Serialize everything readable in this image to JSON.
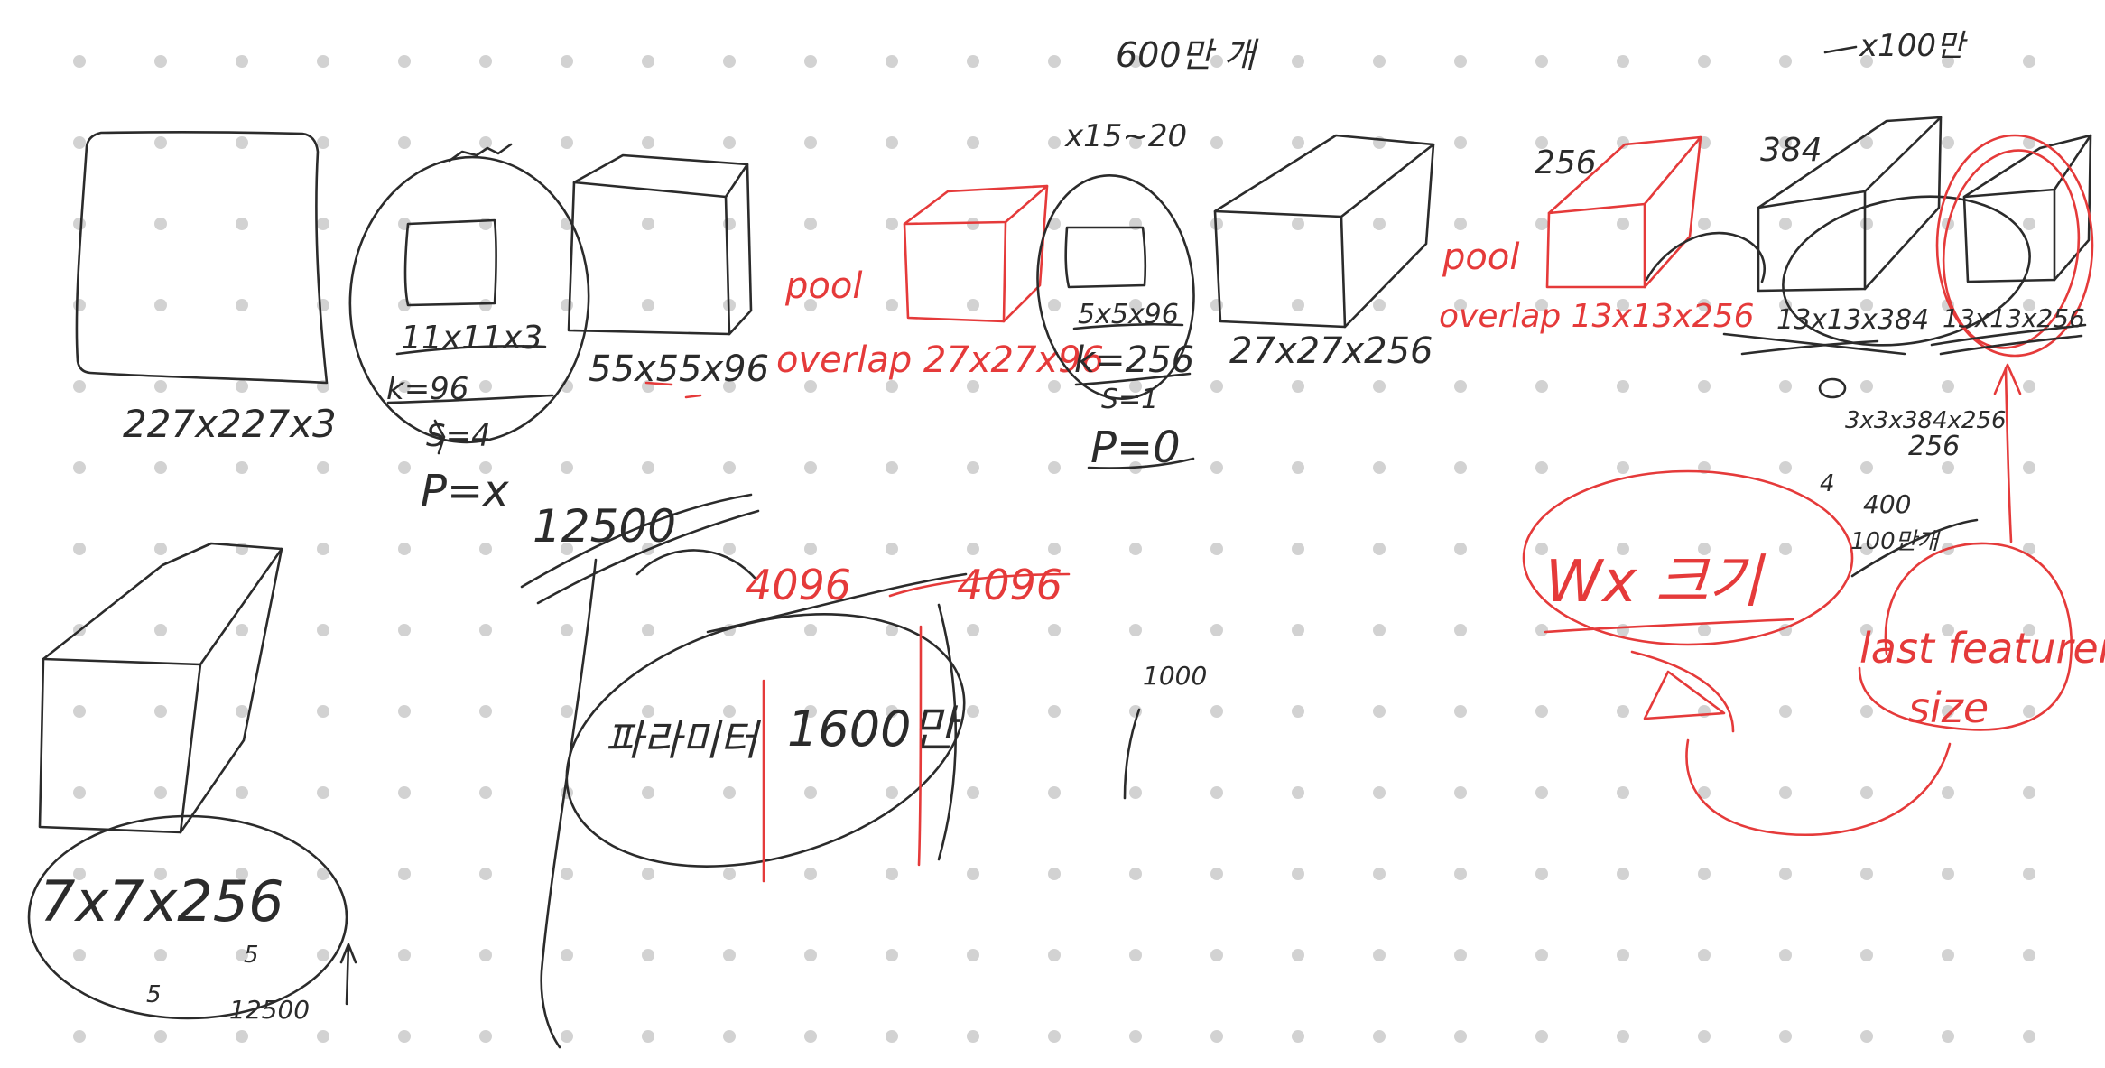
{
  "colors": {
    "ink_black": "#2b2b2b",
    "ink_red": "#e53a3a",
    "dot_grid": "#d2d2d2",
    "background": "#ffffff"
  },
  "labels": {
    "input_size": "227x227x3",
    "conv1_kernel": "11x11x3",
    "conv1_k": "k=96",
    "conv1_s": "S=4",
    "conv1_p": "P=x",
    "conv1_out": "55x55x96",
    "pool1": "pool",
    "pool1_overlap": "overlap 27x27x96",
    "conv2_kernel": "5x5x96",
    "conv2_k": "k=256",
    "conv2_s": "S=1",
    "conv2_p": "P=0",
    "conv2_out": "27x27x256",
    "params_note": "600만 개",
    "params_range": "x15~20",
    "pool2": "pool",
    "pool2_overlap": "overlap 13x13x256",
    "conv3_depth": "256",
    "conv4_depth": "384",
    "conv4_size": "13x13x384",
    "conv5_size": "13x13x256",
    "conv5_kernel": "3x3x384x256",
    "conv5_k": "256",
    "top_note": "x100만",
    "note_a": "4",
    "note_b": "400",
    "note_c": "100만개",
    "wx_note": "Wx 크기",
    "last_feature_1": "last featuremap",
    "last_feature_2": "size",
    "fc_in": "7x7x256",
    "fc_5": "5",
    "fc_p": "5",
    "fc_12500": "12500",
    "fc_12500b": "12500",
    "fc_4096a": "4096",
    "fc_4096b": "4096",
    "fc_params": "파라미터",
    "fc_1600": "1600만",
    "fc_1000": "1000"
  }
}
